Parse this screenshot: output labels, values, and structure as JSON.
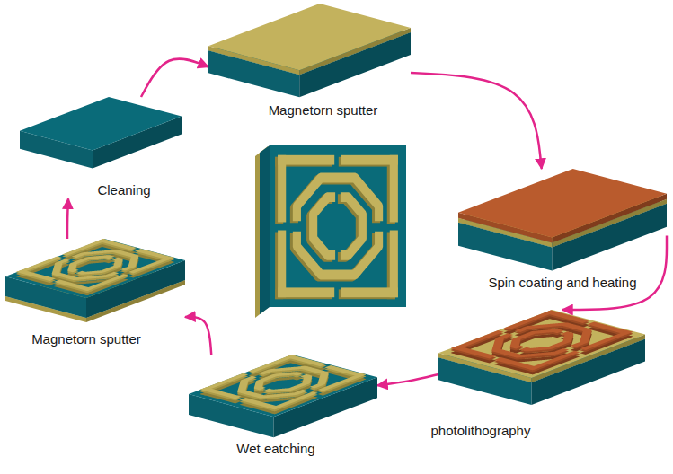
{
  "diagram": {
    "nodes": [
      {
        "text": [
          "Cleaning"
        ]
      },
      {
        "text": [
          "Magnetorn sputter"
        ]
      },
      {
        "text": [
          "Spin coating and heating"
        ]
      },
      {
        "text": [
          "photolithography"
        ]
      },
      {
        "text": [
          "Wet eatching"
        ]
      },
      {
        "text": [
          "Magnetorn sputter"
        ]
      }
    ],
    "edges": [
      {
        "from": 0,
        "to": 1,
        "arrow": "to"
      },
      {
        "from": 1,
        "to": 2,
        "arrow": "to"
      },
      {
        "from": 2,
        "to": 3,
        "arrow": "to"
      },
      {
        "from": 3,
        "to": 4,
        "arrow": "to"
      },
      {
        "from": 4,
        "to": 5,
        "arrow": "to"
      },
      {
        "from": 5,
        "to": 0,
        "arrow": "to"
      }
    ]
  }
}
